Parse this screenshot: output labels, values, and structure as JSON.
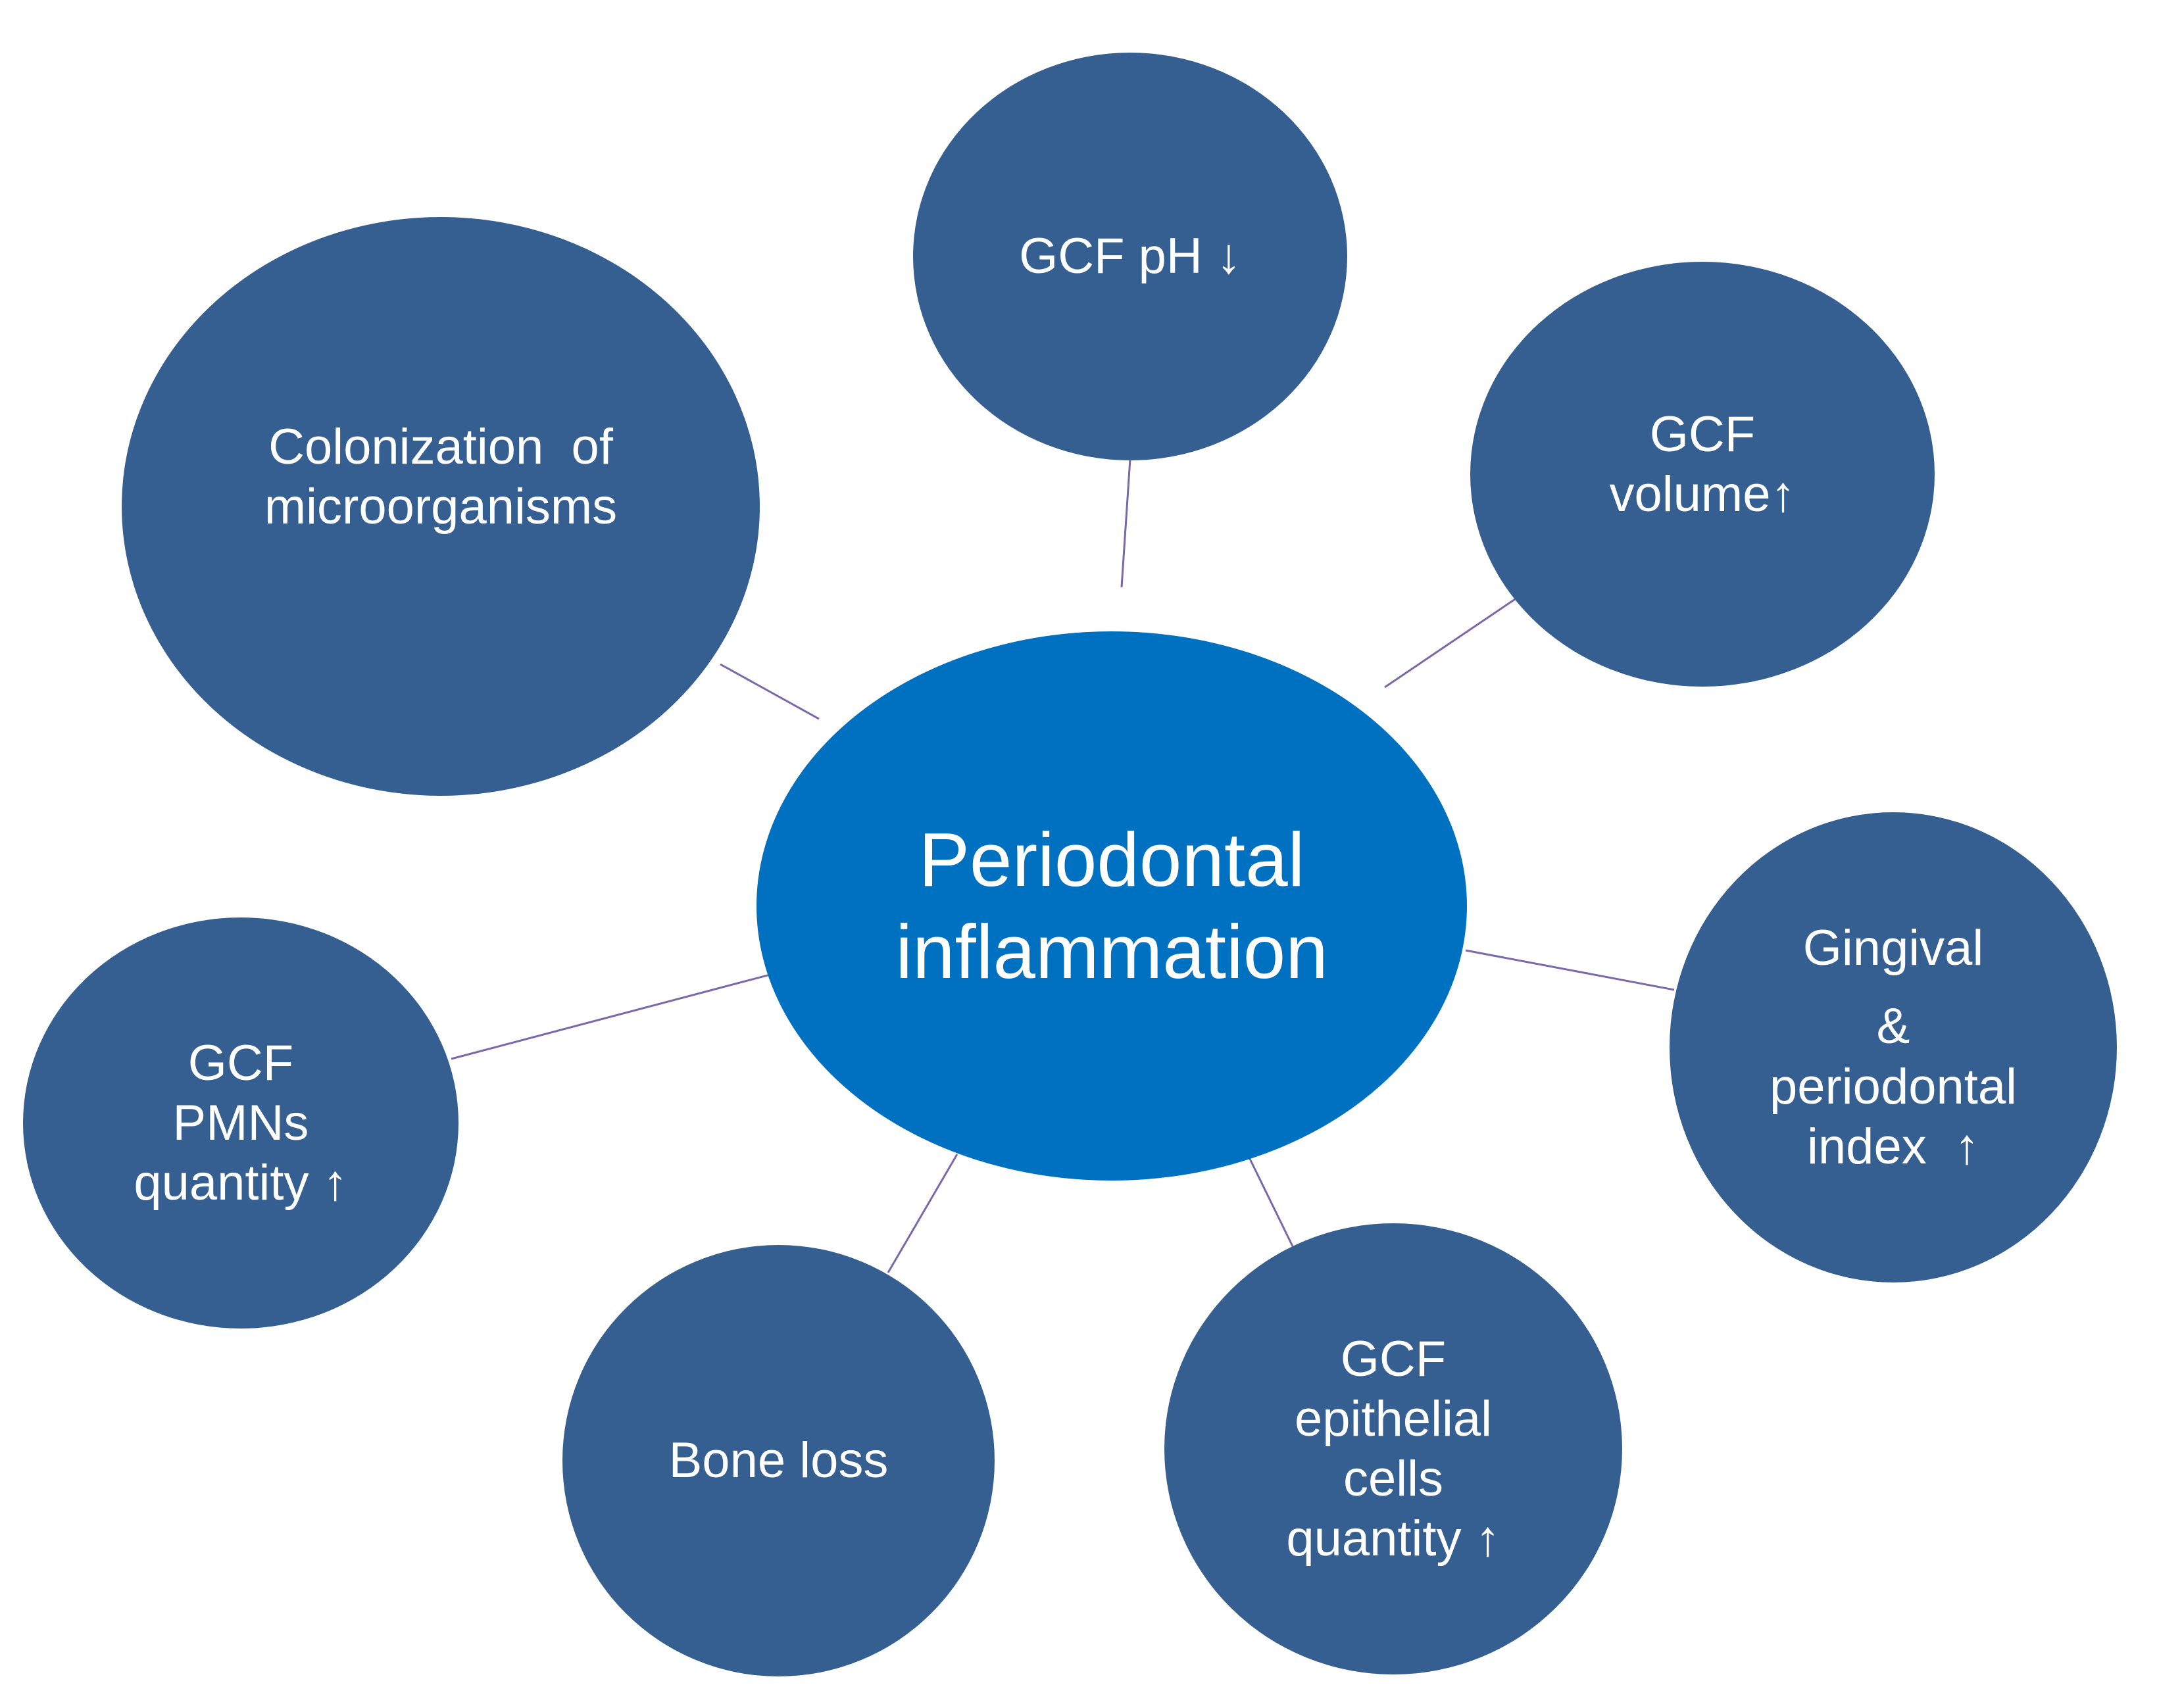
{
  "diagram": {
    "center": {
      "lines": [
        "Periodontal",
        "inflammation"
      ]
    },
    "nodes": {
      "ph": {
        "lines": [
          "GCF pH ↓"
        ]
      },
      "colon": {
        "lines": [
          "Colonization  of",
          "microorganisms"
        ]
      },
      "volume": {
        "lines": [
          "GCF",
          "volume↑"
        ]
      },
      "gingiv": {
        "lines": [
          "Gingival",
          "&",
          "periodontal",
          "index  ↑"
        ]
      },
      "epith": {
        "lines": [
          "GCF",
          "epithelial",
          "cells",
          "quantity ↑"
        ]
      },
      "bone": {
        "lines": [
          "Bone loss"
        ]
      },
      "pmn": {
        "lines": [
          "GCF",
          "PMNs",
          "quantity ↑"
        ]
      }
    },
    "colors": {
      "center_fill": "#0070c0",
      "node_fill": "#365f91",
      "connector": "#7b68a8",
      "text": "#ffffff"
    }
  }
}
